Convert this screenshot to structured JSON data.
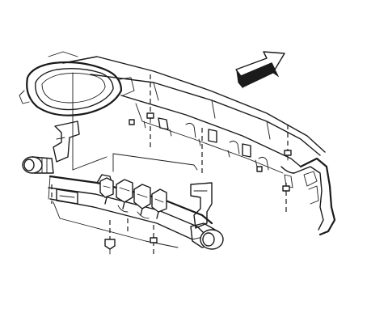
{
  "figure": {
    "ink_color": "#1a1a1a",
    "background_color": "#ffffff",
    "direction_indicator": "arrow-icon",
    "components": [
      "headlamp-opening-left",
      "bumper-fascia",
      "bumper-reinforcement-bar",
      "energy-absorber",
      "mounting-bracket-left",
      "mounting-bracket-right",
      "fog-lamp-left",
      "fog-lamp-right",
      "corner-fascia-right"
    ]
  }
}
